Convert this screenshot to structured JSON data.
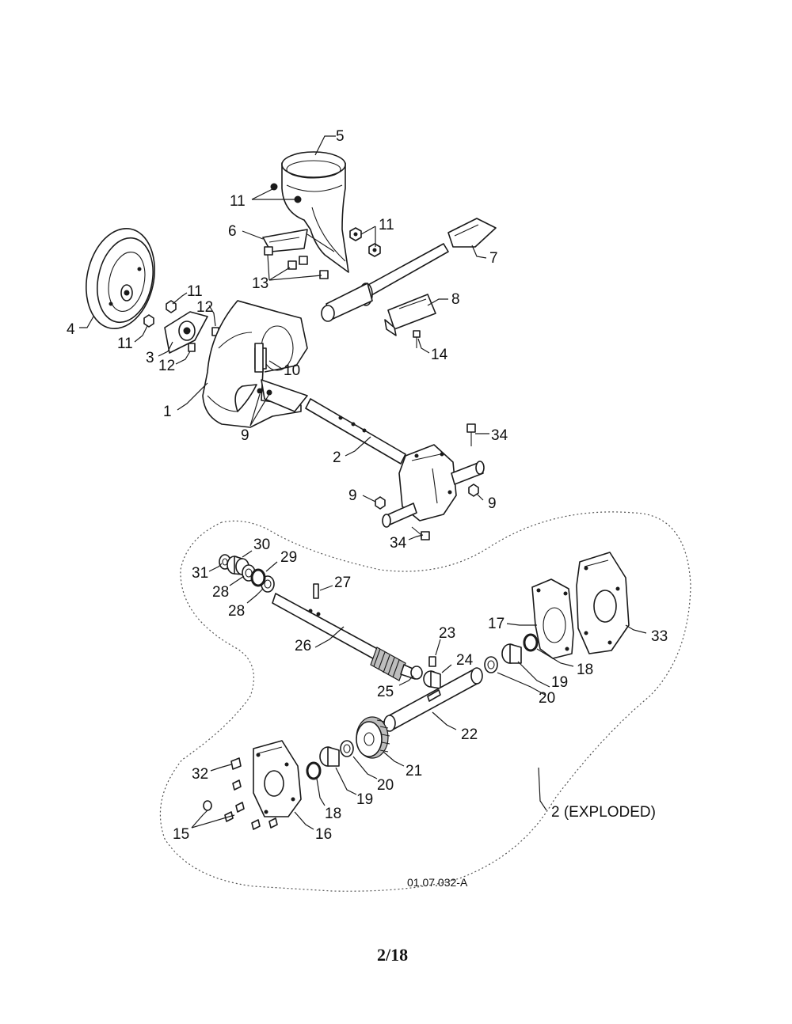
{
  "diagram": {
    "drawing_code": "01.07.032-A",
    "page_number": "2/18",
    "callouts": {
      "c1": "1",
      "c2": "2",
      "c3": "3",
      "c4": "4",
      "c5": "5",
      "c6": "6",
      "c7": "7",
      "c8": "8",
      "c9": "9",
      "c10": "10",
      "c11": "11",
      "c12": "12",
      "c13": "13",
      "c14": "14",
      "c15": "15",
      "c16": "16",
      "c17": "17",
      "c18": "18",
      "c19": "19",
      "c20": "20",
      "c21": "21",
      "c22": "22",
      "c23": "23",
      "c24": "24",
      "c25": "25",
      "c26": "26",
      "c27": "27",
      "c28": "28",
      "c29": "29",
      "c30": "30",
      "c31": "31",
      "c32": "32",
      "c33": "33",
      "c34": "34",
      "exploded": "2 (EXPLODED)"
    }
  }
}
